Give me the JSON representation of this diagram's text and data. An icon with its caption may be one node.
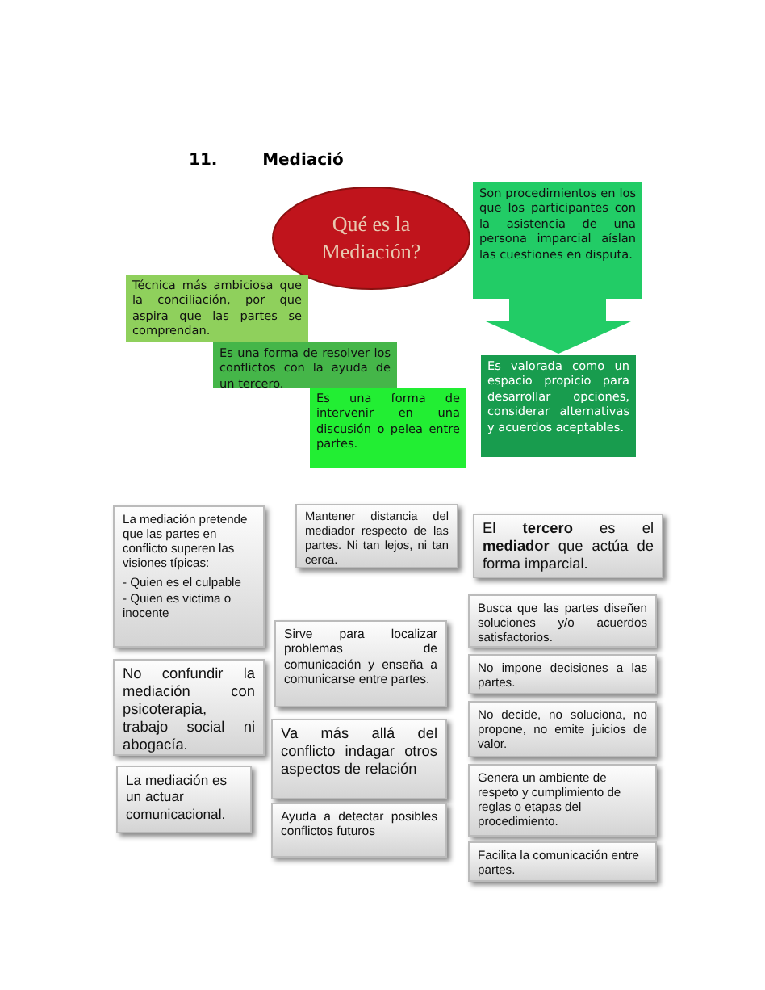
{
  "diagram": {
    "title": "11. Mediació",
    "nodes": [
      {
        "text": [
          "Qué es la Mediación?"
        ]
      },
      {
        "text": [
          "Son procedimientos en los que los participantes con la asistencia de una persona imparcial aíslan las cuestiones en disputa."
        ]
      },
      {
        "text": [
          "Es valorada como un espacio propicio para desarrollar opciones, considerar alternativas y acuerdos aceptables."
        ]
      },
      {
        "text": [
          "Técnica más ambiciosa que la conciliación, por que aspira que las partes se comprendan."
        ]
      },
      {
        "text": [
          "Es una forma de resolver los conflictos con la ayuda de un tercero."
        ]
      },
      {
        "text": [
          "Es una forma de intervenir en una discusión o pelea entre partes."
        ]
      },
      {
        "text": [
          "La mediación pretende que las partes en conflicto superen las visiones típicas:",
          "- Quien es el culpable",
          "- Quien es victima o inocente"
        ]
      },
      {
        "text": [
          "No confundir la mediación con psicoterapia, trabajo social ni abogacía."
        ]
      },
      {
        "text": [
          "La mediación es un actuar comunicacional."
        ]
      },
      {
        "text": [
          "Mantener distancia del mediador respecto de las partes. Ni tan lejos, ni tan cerca."
        ]
      },
      {
        "text": [
          "Sirve para localizar problemas de comunicación y enseña a comunicarse entre partes."
        ]
      },
      {
        "text": [
          "Va más allá del conflicto indagar otros aspectos de relación"
        ]
      },
      {
        "text": [
          "Ayuda a detectar posibles conflictos futuros"
        ]
      },
      {
        "text": [
          "El **tercero** es el **mediador** que actúa de forma imparcial."
        ]
      },
      {
        "text": [
          "Busca que las partes diseñen soluciones y/o acuerdos satisfactorios."
        ]
      },
      {
        "text": [
          "No impone decisiones a las partes."
        ]
      },
      {
        "text": [
          "No decide, no soluciona, no propone, no emite juicios de valor."
        ]
      },
      {
        "text": [
          "Genera un ambiente de respeto y cumplimiento de reglas o etapas del procedimiento."
        ]
      },
      {
        "text": [
          "Facilita la comunicación entre partes."
        ]
      }
    ],
    "edges": [
      {
        "from": 1,
        "to": 2,
        "arrow": "to",
        "style": "thick"
      }
    ]
  }
}
